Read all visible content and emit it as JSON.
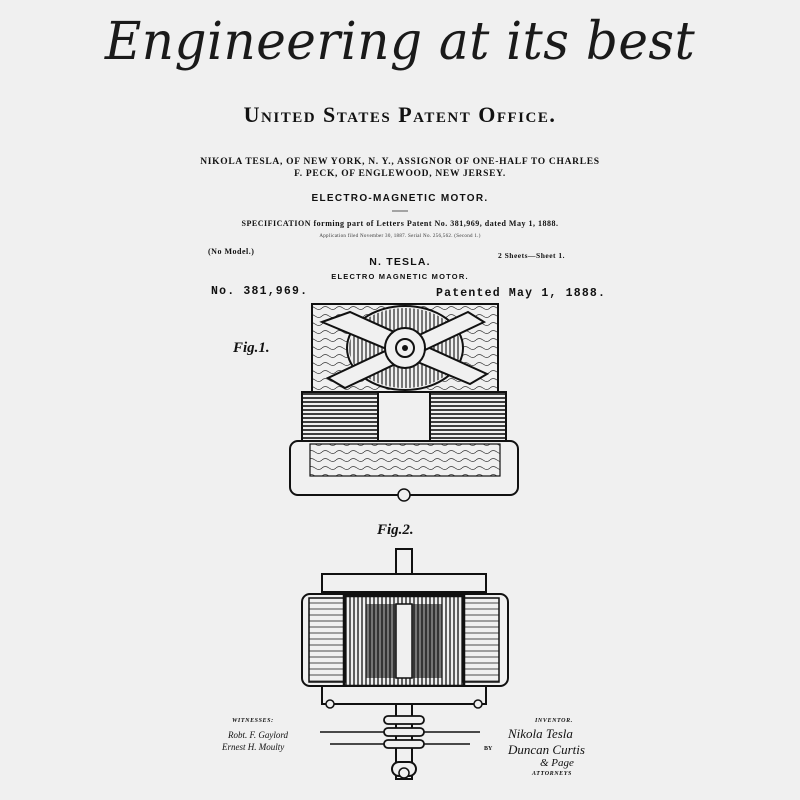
{
  "headline": "Engineering at its best",
  "office_title": "United States Patent Office.",
  "assignor_line_1": "NIKOLA TESLA, OF NEW YORK, N. Y., ASSIGNOR OF ONE-HALF TO CHARLES",
  "assignor_line_2": "F. PECK, OF ENGLEWOOD, NEW JERSEY.",
  "motor_title": "ELECTRO-MAGNETIC MOTOR.",
  "specification_line": "SPECIFICATION forming part of Letters Patent No. 381,969, dated May 1, 1888.",
  "application_line": "Application filed November 30, 1887. Serial No. 256,562. (Second 1.)",
  "no_model": "(No Model.)",
  "sheets": "2 Sheets—Sheet 1.",
  "inventor_name": "N. TESLA.",
  "motor_subtitle": "ELECTRO MAGNETIC MOTOR.",
  "patent_number": "No. 381,969.",
  "patent_date": "Patented May 1, 1888.",
  "fig1_label": "Fig.1.",
  "fig2_label": "Fig.2.",
  "witnesses_label": "WITNESSES:",
  "witness_1": "Robt. F. Gaylord",
  "witness_2": "Ernest H. Moulty",
  "inventor_label": "INVENTOR.",
  "signature_1": "Nikola Tesla",
  "by_label": "BY",
  "signature_2": "Duncan Curtis",
  "signature_3": "& Page",
  "attorneys_label": "ATTORNEYS"
}
